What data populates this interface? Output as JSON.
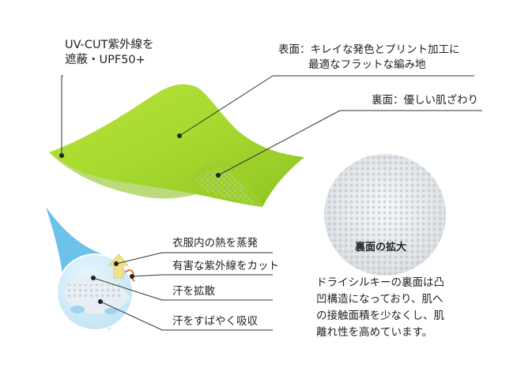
{
  "callouts": {
    "uv_cut": [
      "UV-CUT紫外線を",
      "遮蔽・UPF50+"
    ],
    "front": [
      "表面：キレイな発色とプリント加工に",
      "最適なフラットな編み地"
    ],
    "back": "裏面：優しい肌ざわり"
  },
  "zoom": {
    "label": "裏面の拡大"
  },
  "functions": [
    "衣服内の熱を蒸発",
    "有害な紫外線をカット",
    "汗を拡散",
    "汗をすばやく吸収"
  ],
  "description": [
    "ドライシルキーの裏面は凸",
    "凹構造になっており、肌へ",
    "の接触面積を少なくし、肌",
    "離れ性を高めています。"
  ],
  "colors": {
    "fabric": "#a6d92e",
    "fabric_dark": "#86bb1f",
    "skin_blue": "#4fb3e3",
    "arrow_yellow": "#f3e08a"
  }
}
